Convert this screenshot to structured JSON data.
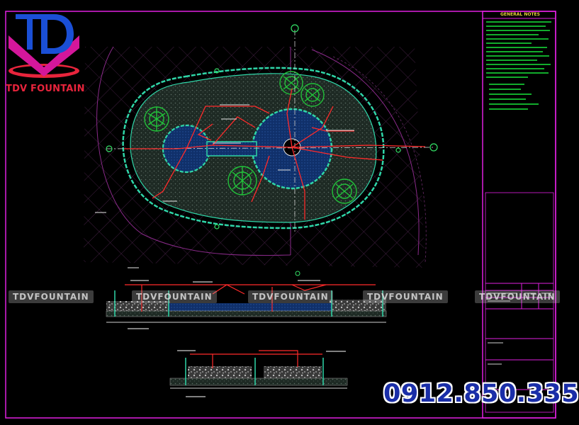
{
  "brand": {
    "name": "TDV FOUNTAIN",
    "logo_letters": "TD",
    "colors": {
      "blue": "#1a2ea8",
      "red": "#e8243c",
      "magenta": "#d4179b"
    }
  },
  "watermark": {
    "text": "TDVFOUNTAIN"
  },
  "phone": "0912.850.335",
  "title_block": {
    "notes_heading": "GENERAL NOTES"
  },
  "drawing_colors": {
    "frame": "#e020e0",
    "pool_edge": "#2fd6a8",
    "water": "#123a7a",
    "pipe": "#ff2a2a",
    "tree": "#22c23a",
    "hatch": "#5a2a5a",
    "notes_text": "#18e63a"
  }
}
